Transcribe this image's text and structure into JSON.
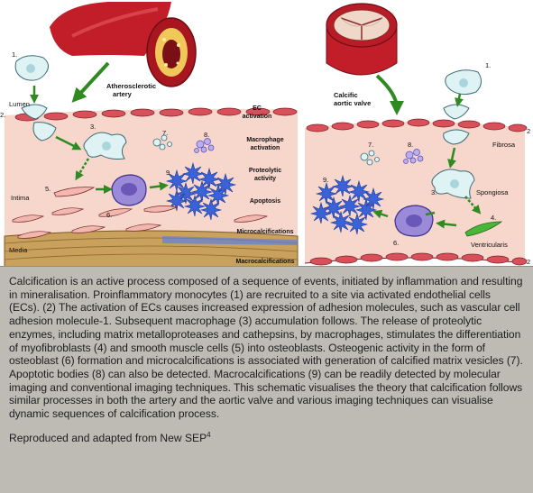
{
  "left_panel": {
    "vessel_label": [
      "Atherosclerotic",
      "artery"
    ],
    "lumen": "Lumen",
    "intima": "Intima",
    "media": "Media"
  },
  "stages": [
    "EC",
    "activation",
    "Macrophage",
    "activation",
    "Proteolytic",
    "activity",
    "Apoptosis",
    "Microcalcifications",
    "Macrocalcifications"
  ],
  "right_panel": {
    "vessel_label": [
      "Calcific",
      "aortic valve"
    ],
    "fibrosa": "Fibrosa",
    "spongiosa": "Spongiosa",
    "ventricularis": "Ventricularis"
  },
  "numbers": [
    "1.",
    "2.",
    "3.",
    "4.",
    "5.",
    "6.",
    "7.",
    "8.",
    "9.",
    "2"
  ],
  "caption": "Calcification is an active process composed of a sequence of events, initiated by inflammation and resulting in mineralisation. Proinflammatory monocytes (1) are recruited to a site via activated endothelial cells (ECs). (2) The activation of ECs causes increased expression of adhesion molecules, such as vascular cell adhesion molecule-1. Subsequent macrophage (3) accumulation follows. The release of proteolytic enzymes, including matrix metalloproteases and cathepsins, by macrophages, stimulates the differentiation of myofibroblasts (4) and smooth muscle cells (5) into osteoblasts. Osteogenic activity in the form of osteoblast (6) formation and microcalcifications is associated with generation of calcified matrix vesicles (7). Apoptotic bodies (8) can also be detected. Macrocalcifications (9) can be readily detected by molecular imaging and conventional imaging techniques. This schematic visualises the theory that calcification follows similar processes in both the artery and the aortic valve and various imaging techniques can visualise dynamic sequences of calcification process.",
  "credit": {
    "text": "Reproduced and adapted from New SEP",
    "ref": "4"
  },
  "colors": {
    "tissue": "#f7d6cc",
    "endothelium": "#d8505a",
    "artery": "#c21e2a",
    "arrow": "#2f8a22",
    "cell": "#dff3f4",
    "osteoblast": "#9a8ad8",
    "calcification": "#3b62d6",
    "media": "#c9a15c",
    "panel": "#bdbbb4"
  }
}
